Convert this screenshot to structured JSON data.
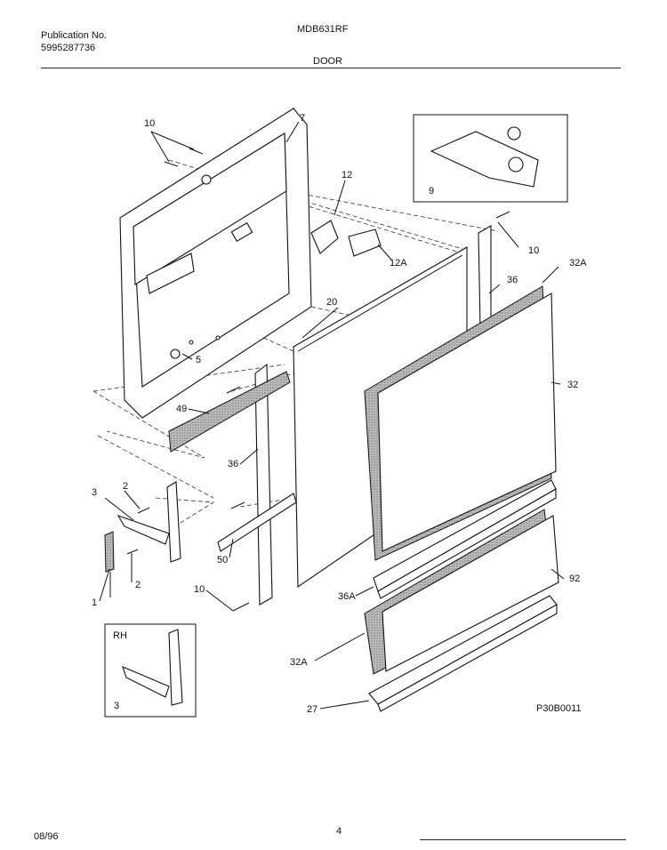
{
  "header": {
    "publication_label": "Publication No.",
    "publication_number": "5995287736",
    "model": "MDB631RF",
    "section": "DOOR"
  },
  "footer": {
    "date": "08/96",
    "page": "4"
  },
  "diagram": {
    "drawing_id": "P30B0011",
    "inset_label": "RH",
    "callouts": {
      "c10_top": "10",
      "c7": "7",
      "c12": "12",
      "c12a": "12A",
      "c9": "9",
      "c10_right": "10",
      "c32a_top": "32A",
      "c36_right": "36",
      "c20": "20",
      "c5": "5",
      "c32": "32",
      "c49": "49",
      "c36_left": "36",
      "c3": "3",
      "c2_top": "2",
      "c2_bottom": "2",
      "c1": "1",
      "c50": "50",
      "c10_bottom": "10",
      "c36a": "36A",
      "c92": "92",
      "c32a_bottom": "32A",
      "c27": "27",
      "c3_inset": "3"
    }
  }
}
